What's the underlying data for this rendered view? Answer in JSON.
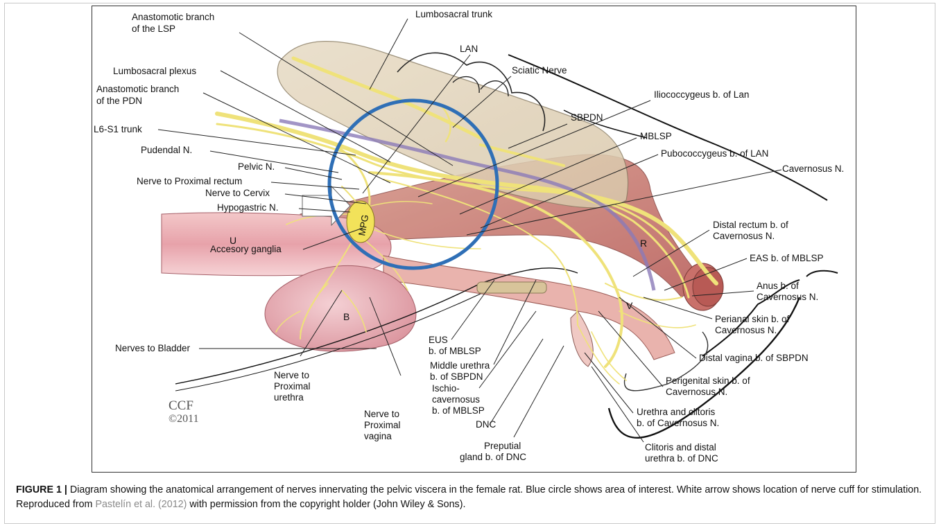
{
  "figure": {
    "labels": {
      "anast_lsp": [
        "Anastomotic branch",
        "of the LSP"
      ],
      "lumbosacral_trunk": "Lumbosacral trunk",
      "lan": "LAN",
      "sciatic": "Sciatic Nerve",
      "lumbosacral_plexus": "Lumbosacral plexus",
      "iliococcygeus": "Iliococcygeus b. of Lan",
      "anast_pdn": [
        "Anastomotic branch",
        "of the PDN"
      ],
      "sbpdn": "SBPDN",
      "l6s1": "L6-S1 trunk",
      "mblsp": "MBLSP",
      "pudendal": "Pudendal N.",
      "pubococcygeus": "Pubococcygeus b. of LAN",
      "pelvic": "Pelvic N.",
      "cavernosus": "Cavernosus N.",
      "proximal_rectum": "Nerve to Proximal rectum",
      "cervix": "Nerve to Cervix",
      "hypogastric": "Hypogastric N.",
      "accessory": "Accesory ganglia",
      "distal_rectum": [
        "Distal rectum b. of",
        "Cavernosus N."
      ],
      "eas": "EAS b. of MBLSP",
      "anus": [
        "Anus b. of",
        "Cavernosus N."
      ],
      "perianal": [
        "Perianal skin b. of",
        "Cavernosus N."
      ],
      "nerves_bladder": "Nerves to Bladder",
      "distal_vagina": "Distal vagina b. of SBPDN",
      "eus": [
        "EUS",
        "b. of MBLSP"
      ],
      "middle_urethra": [
        "Middle urethra",
        "b. of SBPDN"
      ],
      "perigenital": [
        "Perigenital skin b. of",
        "Cavernosus N."
      ],
      "nerve_prox_urethra": [
        "Nerve to",
        "Proximal",
        "urethra"
      ],
      "ischio": [
        "Ischio-",
        "cavernosus",
        "b. of MBLSP"
      ],
      "urethra_clitoris": [
        "Urethra and clitoris",
        "b. of  Cavernosus N."
      ],
      "nerve_prox_vagina": [
        "Nerve to",
        "Proximal",
        "vagina"
      ],
      "dnc": "DNC",
      "preputial": [
        "Preputial",
        "gland b. of DNC"
      ],
      "clitoris_distal": [
        "Clitoris and distal",
        "urethra b. of DNC"
      ],
      "mpg": "MPG",
      "organ_u": "U",
      "organ_b": "B",
      "organ_r": "R",
      "organ_v": "V",
      "copyright": [
        "CCF",
        "©2011"
      ]
    },
    "colors": {
      "nerve": "#efe27a",
      "circle": "#2f6fb6",
      "flesh": "#e6a9a0",
      "pelvis_bone": "#e9dcc4"
    }
  },
  "caption": {
    "label": "FIGURE 1 |",
    "text_before": " Diagram showing the anatomical arrangement of nerves innervating the pelvic viscera in the female rat. Blue circle shows area of interest. White arrow shows location of nerve cuff for stimulation. Reproduced from ",
    "reference": "Pastelín et al. (2012)",
    "text_after": " with permission from the copyright holder (John Wiley & Sons)."
  }
}
